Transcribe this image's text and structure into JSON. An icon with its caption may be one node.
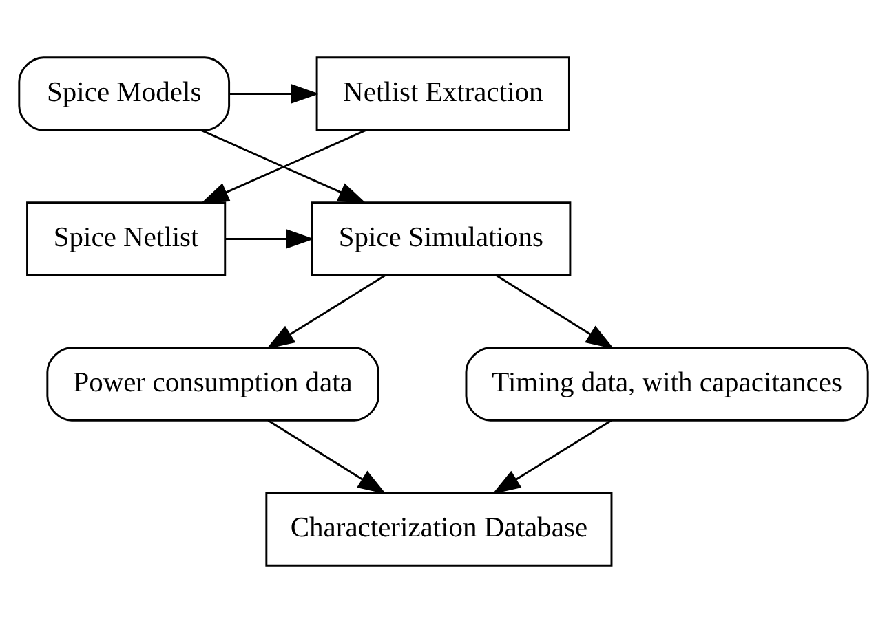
{
  "diagram": {
    "nodes": [
      {
        "text": [
          "Spice Models"
        ]
      },
      {
        "text": [
          "Netlist Extraction"
        ]
      },
      {
        "text": [
          "Spice Simulations"
        ]
      },
      {
        "text": [
          "Spice Netlist"
        ]
      },
      {
        "text": [
          "Power consumption data"
        ]
      },
      {
        "text": [
          "Timing data, with capacitances"
        ]
      },
      {
        "text": [
          "Characterization Database"
        ]
      }
    ],
    "edges": [
      {
        "from": 0,
        "to": 1,
        "arrow": "to"
      },
      {
        "from": 0,
        "to": 2,
        "arrow": "to"
      },
      {
        "from": 1,
        "to": 3,
        "arrow": "to"
      },
      {
        "from": 3,
        "to": 2,
        "arrow": "to"
      },
      {
        "from": 2,
        "to": 4,
        "arrow": "to"
      },
      {
        "from": 2,
        "to": 5,
        "arrow": "to"
      },
      {
        "from": 4,
        "to": 6,
        "arrow": "to"
      },
      {
        "from": 5,
        "to": 6,
        "arrow": "to"
      }
    ]
  }
}
